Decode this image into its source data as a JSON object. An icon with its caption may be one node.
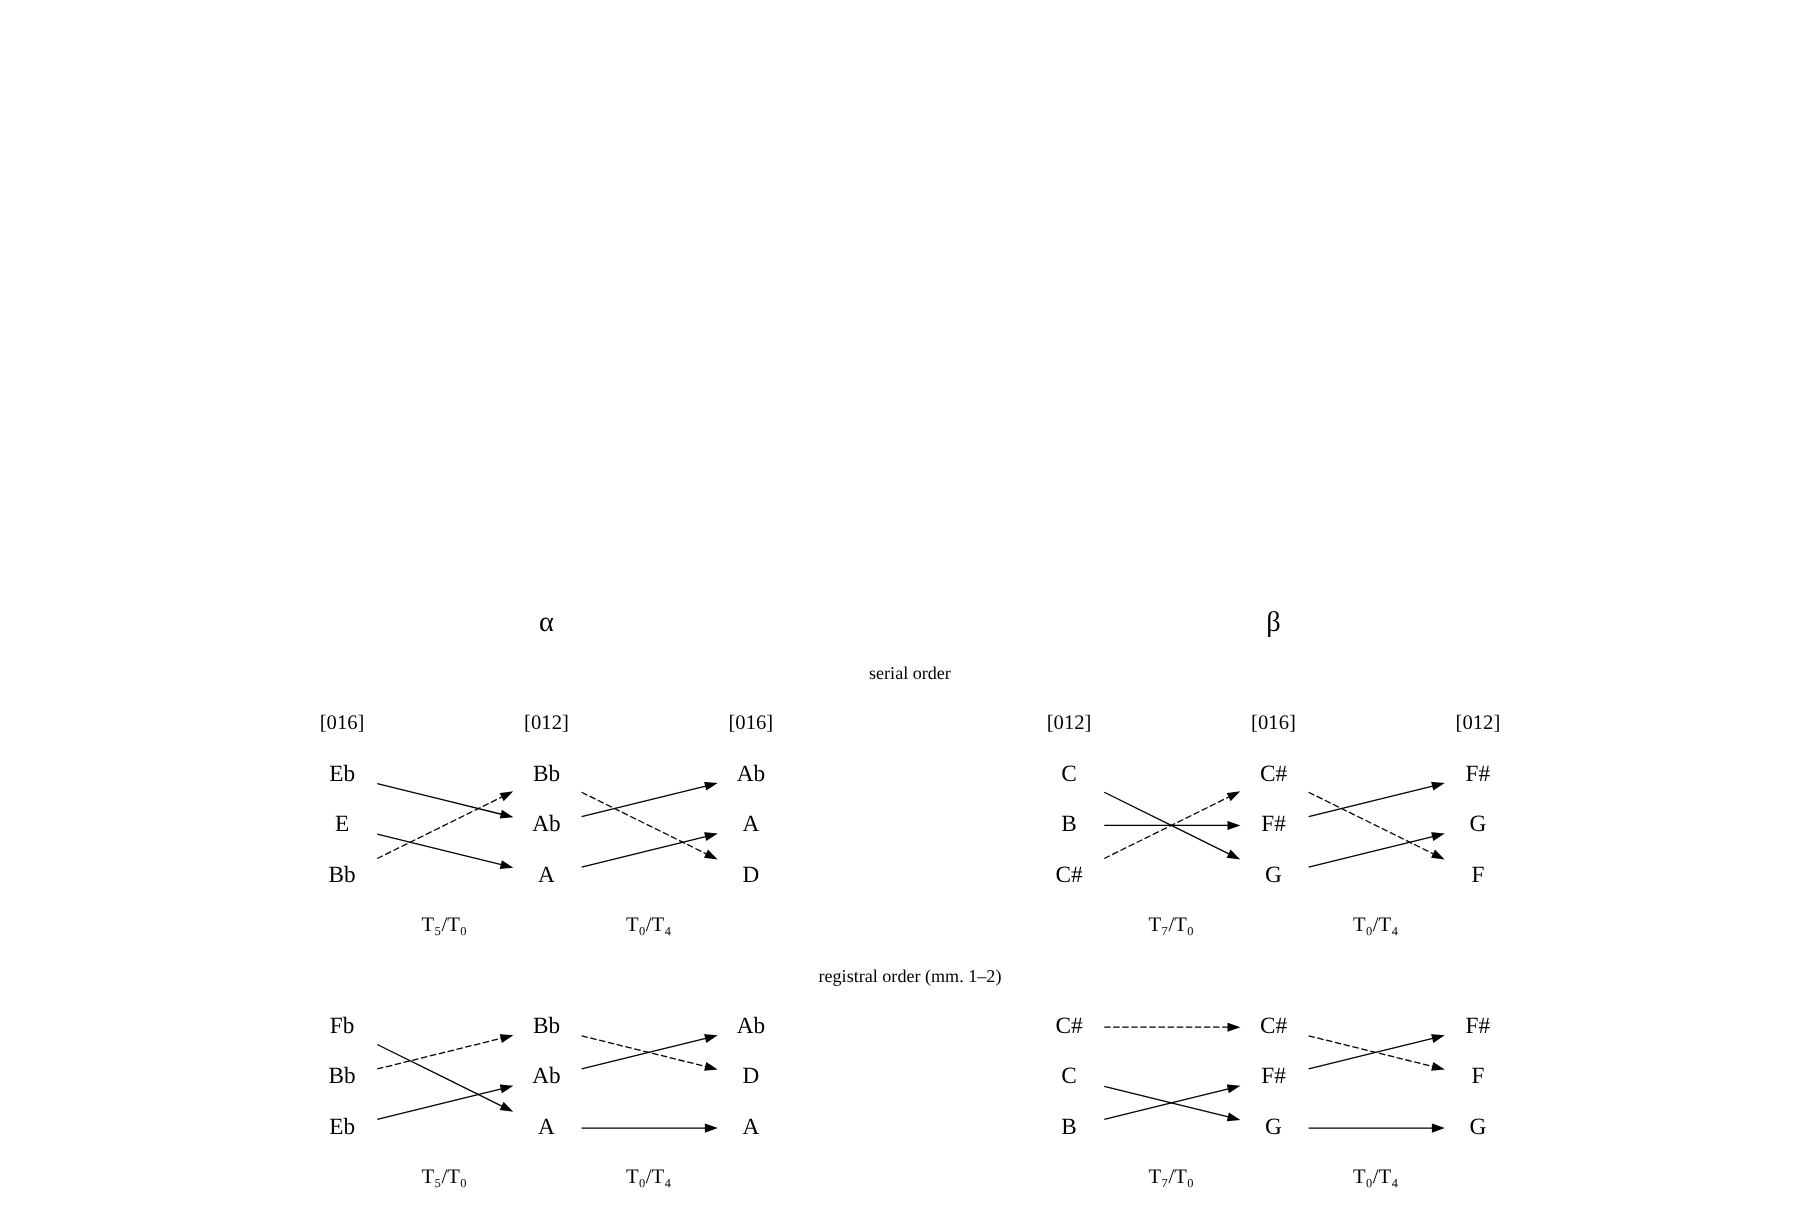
{
  "diagram": {
    "nodes": [
      {
        "text": [
          "Eb"
        ]
      },
      {
        "text": [
          "Bb"
        ]
      },
      {
        "text": [
          "Ab"
        ]
      },
      {
        "text": [
          "E"
        ]
      },
      {
        "text": [
          "Ab"
        ]
      },
      {
        "text": [
          "A"
        ]
      },
      {
        "text": [
          "Bb"
        ]
      },
      {
        "text": [
          "A"
        ]
      },
      {
        "text": [
          "D"
        ]
      },
      {
        "text": [
          "C"
        ]
      },
      {
        "text": [
          "C#"
        ]
      },
      {
        "text": [
          "F#"
        ]
      },
      {
        "text": [
          "B"
        ]
      },
      {
        "text": [
          "F#"
        ]
      },
      {
        "text": [
          "G"
        ]
      },
      {
        "text": [
          "C#"
        ]
      },
      {
        "text": [
          "G"
        ]
      },
      {
        "text": [
          "F"
        ]
      },
      {
        "text": [
          "Fb"
        ]
      },
      {
        "text": [
          "Bb"
        ]
      },
      {
        "text": [
          "Ab"
        ]
      },
      {
        "text": [
          "Bb"
        ]
      },
      {
        "text": [
          "Ab"
        ]
      },
      {
        "text": [
          "D"
        ]
      },
      {
        "text": [
          "Eb"
        ]
      },
      {
        "text": [
          "A"
        ]
      },
      {
        "text": [
          "A"
        ]
      },
      {
        "text": [
          "C#"
        ]
      },
      {
        "text": [
          "C#"
        ]
      },
      {
        "text": [
          "F#"
        ]
      },
      {
        "text": [
          "C"
        ]
      },
      {
        "text": [
          "F#"
        ]
      },
      {
        "text": [
          "F"
        ]
      },
      {
        "text": [
          "B"
        ]
      },
      {
        "text": [
          "G"
        ]
      },
      {
        "text": [
          "G"
        ]
      }
    ],
    "edges": [
      {
        "from": 0,
        "to": 4,
        "arrow": "to"
      },
      {
        "from": 3,
        "to": 7,
        "arrow": "to"
      },
      {
        "from": 6,
        "to": 1,
        "arrow": "to",
        "style": "dashed"
      },
      {
        "from": 4,
        "to": 2,
        "arrow": "to"
      },
      {
        "from": 1,
        "to": 8,
        "arrow": "to",
        "style": "dashed"
      },
      {
        "from": 7,
        "to": 5,
        "arrow": "to"
      },
      {
        "from": 9,
        "to": 16,
        "arrow": "to"
      },
      {
        "from": 12,
        "to": 13,
        "arrow": "to"
      },
      {
        "from": 15,
        "to": 10,
        "arrow": "to",
        "style": "dashed"
      },
      {
        "from": 13,
        "to": 11,
        "arrow": "to"
      },
      {
        "from": 10,
        "to": 17,
        "arrow": "to",
        "style": "dashed"
      },
      {
        "from": 16,
        "to": 14,
        "arrow": "to"
      },
      {
        "from": 18,
        "to": 25,
        "arrow": "to"
      },
      {
        "from": 21,
        "to": 19,
        "arrow": "to",
        "style": "dashed"
      },
      {
        "from": 24,
        "to": 22,
        "arrow": "to"
      },
      {
        "from": 22,
        "to": 20,
        "arrow": "to"
      },
      {
        "from": 19,
        "to": 23,
        "arrow": "to",
        "style": "dashed"
      },
      {
        "from": 25,
        "to": 26,
        "arrow": "to"
      },
      {
        "from": 27,
        "to": 28,
        "arrow": "to",
        "style": "dashed"
      },
      {
        "from": 30,
        "to": 34,
        "arrow": "to"
      },
      {
        "from": 33,
        "to": 31,
        "arrow": "to"
      },
      {
        "from": 31,
        "to": 29,
        "arrow": "to"
      },
      {
        "from": 28,
        "to": 32,
        "arrow": "to",
        "style": "dashed"
      },
      {
        "from": 34,
        "to": 35,
        "arrow": "to"
      }
    ],
    "labels": [
      "α",
      "β",
      "serial order",
      "[016]",
      "[012]",
      "[016]",
      "[012]",
      "[016]",
      "[012]",
      "T₅/T₀",
      "T₀/T₄",
      "T₇/T₀",
      "T₀/T₄",
      "registral order (mm. 1–2)",
      "T₅/T₀",
      "T₀/T₄",
      "T₇/T₀",
      "T₀/T₄"
    ]
  }
}
